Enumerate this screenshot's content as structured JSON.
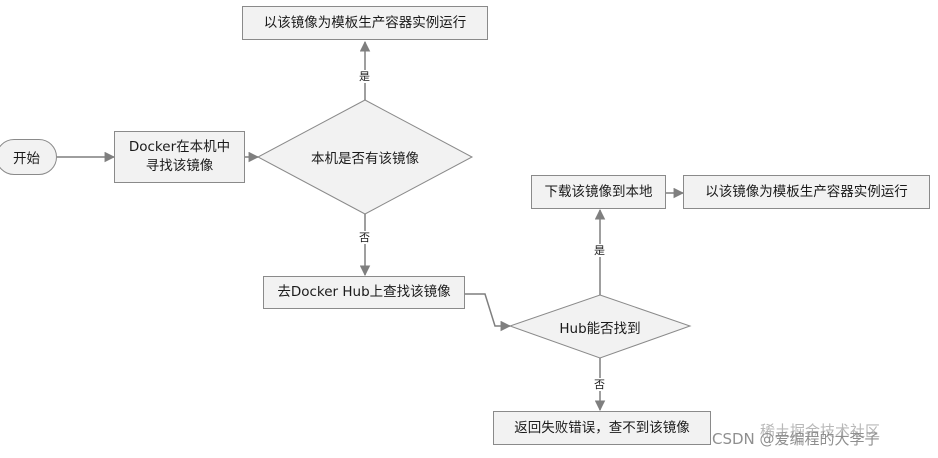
{
  "flowchart": {
    "start": "开始",
    "search_local": {
      "line1": "Docker在本机中",
      "line2": "寻找该镜像"
    },
    "decision_local": "本机是否有该镜像",
    "run_top": "以该镜像为模板生产容器实例运行",
    "search_hub": "去Docker Hub上查找该镜像",
    "decision_hub": "Hub能否找到",
    "download": "下载该镜像到本地",
    "run_right": "以该镜像为模板生产容器实例运行",
    "fail": "返回失败错误，查不到该镜像",
    "edge_yes_local": "是",
    "edge_no_local": "否",
    "edge_yes_hub": "是",
    "edge_no_hub": "否"
  },
  "watermark": {
    "line1": "稀土掘金技术社区",
    "line2": "CSDN @爱编程的大李子"
  },
  "colors": {
    "box_fill": "#f2f2f2",
    "box_border": "#8a8a8a",
    "connector": "#7f7f7f"
  }
}
